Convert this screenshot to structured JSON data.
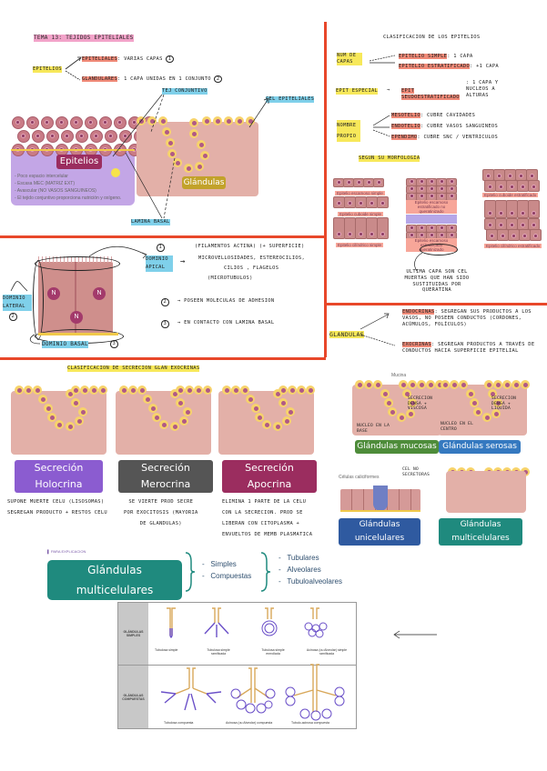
{
  "page_title": "TEMA 13: TEJIDOS EPITELIALES",
  "epitelio_tree": {
    "root": "EPITELIOS",
    "branches": [
      {
        "label": "EPITELIALES",
        "text": ": VARIAS CAPAS",
        "num": "1"
      },
      {
        "label": "GLANDULARES",
        "text": ": 1 CAPA UNIDAS EN 1 CONJUNTO",
        "num": "2"
      }
    ]
  },
  "diagram1": {
    "labels": {
      "tej_conjuntivo": "TEJ CONJUNTIVO",
      "cel_epiteliales": "CEL EPITELIALES",
      "lamina_basal": "LAMINA BASAL"
    },
    "epitelios_title": "Epitelios",
    "epitelios_bullets": [
      "Poco espacio intercelular",
      "Escasa MEC (MATRIZ EXT)",
      "Avascular (NO VASOS SANGUINEOS)",
      "El tejido conjuntivo proporciona nutrición y oxígeno."
    ],
    "glandulas_title": "Glándulas"
  },
  "clasificacion": {
    "title": "CLASIFICACION DE LOS EPITELIOS",
    "groups": [
      {
        "key": "NUM DE CAPAS",
        "items": [
          {
            "label": "EPITELIO SIMPLE",
            "text": ": 1 CAPA"
          },
          {
            "label": "EPITELIO ESTRATIFICADO",
            "text": ": +1 CAPA"
          }
        ]
      },
      {
        "key": "EPIT ESPECIAL",
        "items": [
          {
            "label": "EPIT SEUDOESTRATIFICADO",
            "text": ": 1 CAPA Y NUCLEOS A ALTURAS"
          }
        ]
      },
      {
        "key": "NOMBRE PROPIO",
        "items": [
          {
            "label": "MESOTELIO",
            "text": ": CUBRE CAVIDADES"
          },
          {
            "label": "ENDOTELIO",
            "text": ": CUBRE VASOS SANGUINEOS"
          },
          {
            "label": "EPENDIMO",
            "text": ": CUBRE SNC / VENTRICULOS"
          }
        ]
      }
    ],
    "morfologia_title": "SEGUN SU MORFOLOGIA",
    "morfologia": [
      "Epitelio escamoso simple",
      "Epitelio cuboide simple",
      "Epitelio cilíndrico simple",
      "Epitelio escamoso estratificado no queratinizado",
      "Epitelio escamoso estratificado queratinizado",
      "Epitelio cuboide estratificado",
      "Epitelio cilíndrico estratificado"
    ],
    "queratina_note": "ULTIMA CAPA SON CEL MUERTAS QUE HAN SIDO SUSTITUIDAS POR QUERATINA"
  },
  "dominios": {
    "apical": {
      "num": "1",
      "label": "DOMINIO APICAL",
      "desc_top": "(FILAMENTOS ACTINA)   (+ SUPERFICIE)",
      "desc_main": "MICROVELLOSIDADES, ESTEREOCILIOS,",
      "desc_sub": "CILIOS , FLAGELOS",
      "desc_note": "(MICROTUBULOS)"
    },
    "lateral": {
      "num": "2",
      "label": "DOMINIO LATERAL",
      "desc": "POSEEN MOLECULAS DE ADHESION"
    },
    "basal": {
      "num": "3",
      "label": "DOMINIO BASAL",
      "desc": "EN CONTACTO CON LAMINA BASAL"
    },
    "nucleus": "N"
  },
  "glandulas": {
    "label": "GLANDULAS",
    "endocrinas": {
      "label": "ENDOCRINAS",
      "text": ": SEGREGAN SUS PRODUCTOS A LOS VASOS, NO POSEEN CONDUCTOS (CORDONES, ACÚMULOS, FOLÍCULOS)"
    },
    "exocrinas": {
      "label": "EXOCRINAS",
      "text": ": SEGREGAN PRODUCTOS A TRAVÉS DE CONDUCTOS HACIA SUPERFICIE EPITELIAL"
    }
  },
  "secrecion": {
    "title": "CLASIFICACION DE SECRECION GLAN EXOCRINAS",
    "types": [
      {
        "label": "Secreción Holocrina",
        "color": "#8b5cd0",
        "desc": [
          "SUPONE MUERTE CELU (LISOSOMAS)",
          "SEGREGAN PRODUCTO + RESTOS CELU"
        ]
      },
      {
        "label": "Secreción Merocrina",
        "color": "#555555",
        "desc": [
          "SE VIERTE PROD SECRE",
          "POR EXOCITOSIS (MAYORIA",
          "DE GLANDULAS)"
        ]
      },
      {
        "label": "Secreción Apocrina",
        "color": "#9b2d5f",
        "desc": [
          "ELIMINA 1 PARTE DE LA CELU",
          "CON LA SECRECION. PROD SE",
          "LIBERAN CON CITOPLASMA +",
          "ENVUELTOS DE MEMB PLASMATICA"
        ]
      }
    ]
  },
  "gland_types": {
    "mucosas": {
      "label": "Glándulas mucosas",
      "color": "#4e8c3a",
      "mucina": "Mucina",
      "note1": "SECRECION DENSA + VISCOSA",
      "note2": "NUCLEO EN LA BASE"
    },
    "serosas": {
      "label": "Glándulas serosas",
      "color": "#3579c0",
      "note1": "SECRECION DENSA + LIQUIDA",
      "note2": "NUCLEO EN EL CENTRO"
    },
    "unicelulares": {
      "label": "Glándulas unicelulares",
      "color": "#2f5aa0",
      "caliciformes": "Células caliciformes",
      "note": "CEL NO SECRETORAS"
    },
    "multicelulares": {
      "label": "Glándulas multicelulares",
      "color": "#1f8a7e"
    }
  },
  "multicelulares_summary": {
    "small_header": "PARA EXPLICACION",
    "title": "Glándulas multicelulares",
    "level1": [
      "Simples",
      "Compuestas"
    ],
    "level2": [
      "Tubulares",
      "Alveolares",
      "Tubuloalveolares"
    ]
  },
  "gland_table": {
    "rows": [
      {
        "header": "GLÁNDULAS SIMPLES",
        "items": [
          "Tubulosa simple",
          "Tubulosa simple ramificada",
          "Tubulosa simple enrrollada",
          "Acinosa (ou Alveolar) simple ramificada"
        ]
      },
      {
        "header": "GLÁNDULAS COMPUESTAS",
        "items": [
          "Tubulosa compuesta",
          "Acinosa (ou Alveolar) compuesta",
          "Tubulo-acinosa compuesta"
        ]
      }
    ]
  },
  "colors": {
    "red_divider": "#e8472a",
    "highlight_pink": "#f2a3c9",
    "highlight_yellow": "#f7e85a",
    "highlight_red": "#f08a78",
    "highlight_blue": "#7fd0ea",
    "tissue": "#e3b0a8",
    "epitelio_purple": "#c3a6e6"
  }
}
